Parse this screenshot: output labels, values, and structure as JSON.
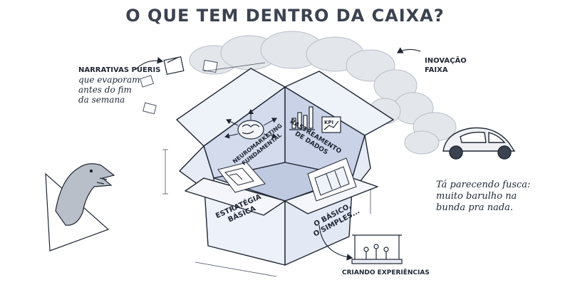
{
  "title": "O QUE TEM DENTRO DA CAIXA?",
  "left_note": {
    "heading": "NARRATIVAS PUERIS",
    "lines": [
      "que evaporam",
      "antes do fim",
      "da semana"
    ]
  },
  "right_note": {
    "lines": [
      "INOVAÇÃO",
      "FAIXA"
    ]
  },
  "car_note": {
    "lines": [
      "Tá parecendo fusca:",
      "muito barulho na",
      "bunda pra nada."
    ]
  },
  "box": {
    "inner_left": [
      "NEUROMARKETING",
      "FUNDAMENTAL"
    ],
    "inner_right": [
      "RASTREAMENTO",
      "DE DADOS"
    ],
    "front_left": [
      "ESTRATÉGIA",
      "BÁSICA"
    ],
    "front_right": [
      "O BÁSICO,",
      "O SIMPLES..."
    ],
    "kpi_label": "KPI"
  },
  "stage_label": "CRIANDO EXPERIÊNCIAS",
  "colors": {
    "ink": "#1f2633",
    "box_face": "#e9eef8",
    "box_inner": "#d4dcee",
    "smoke": "#d9dde4"
  },
  "icons": [
    "calendar-icon",
    "brain-icon",
    "chart-icon",
    "blueprint-icon",
    "stage-icon",
    "car-icon",
    "dinosaur-icon"
  ]
}
